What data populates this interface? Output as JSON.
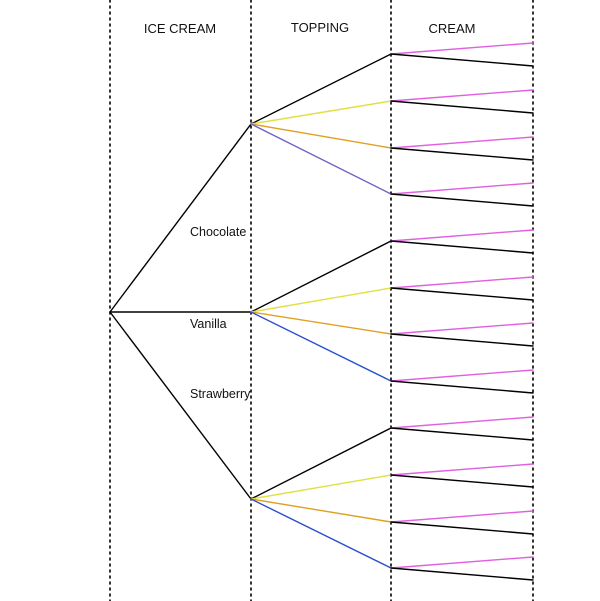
{
  "headers": {
    "col1": "ICE CREAM",
    "col2": "TOPPING",
    "col3": "CREAM"
  },
  "branch_labels": {
    "chocolate": "Chocolate",
    "vanilla": "Vanilla",
    "strawberry": "Strawberry"
  },
  "colors": {
    "divider": "#000000",
    "ice_cream_branch": "#000000",
    "topping_1": "#000000",
    "topping_2": "#e0e040",
    "topping_3": "#e0a020",
    "topping_4_first": "#7060c8",
    "topping_4_other": "#2a50d0",
    "cream_1": "#e060e0",
    "cream_2": "#000000"
  }
}
